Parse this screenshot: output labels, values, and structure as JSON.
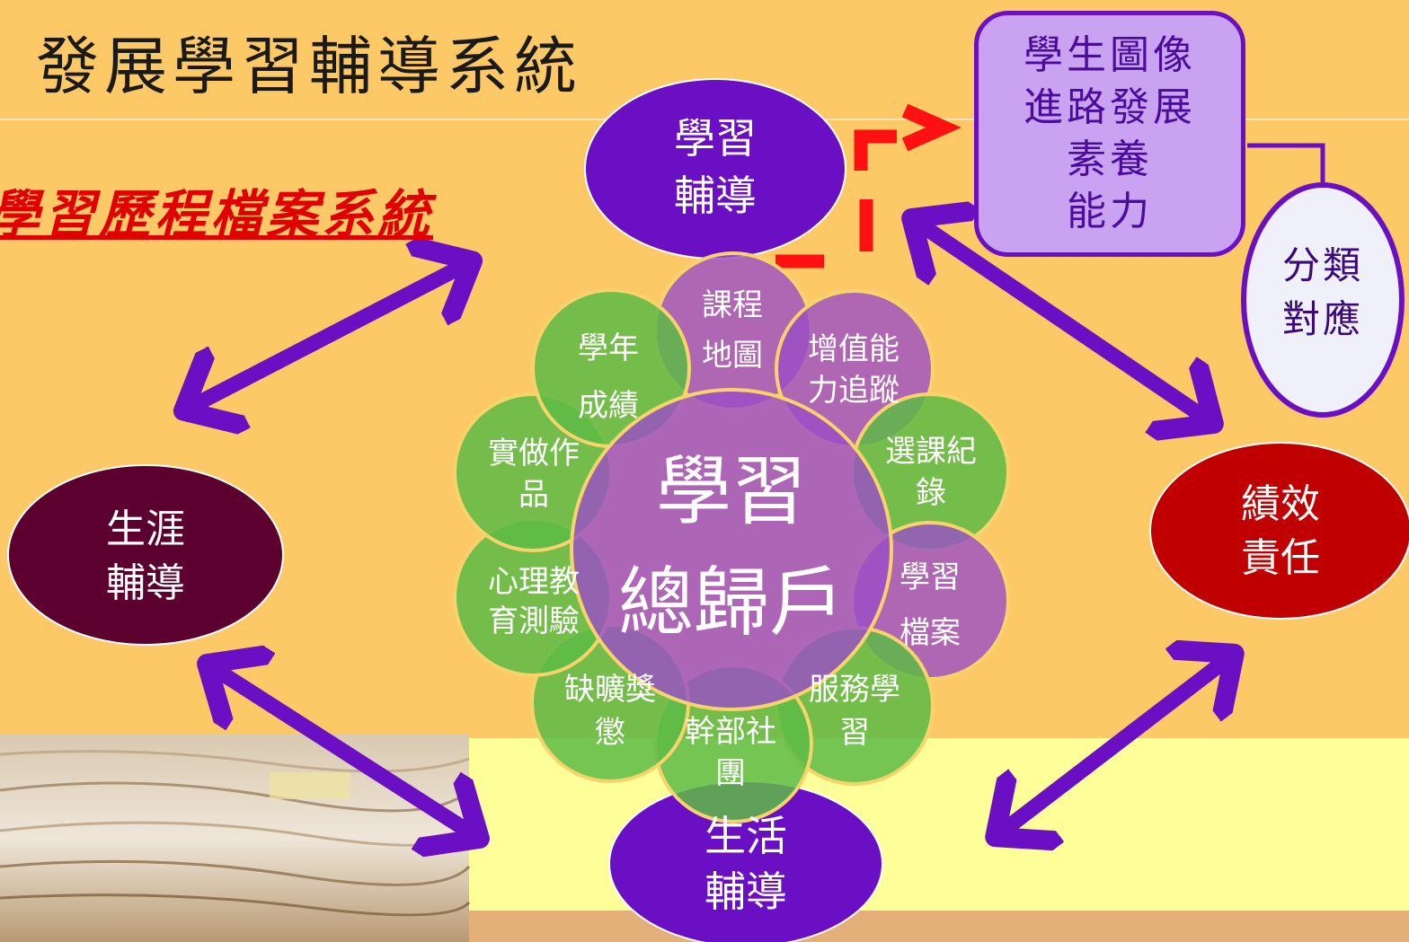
{
  "title": "發展學習輔導系統",
  "subtitle": "學習歷程檔案系統",
  "portrait_lines": [
    "學生圖像",
    "進路發展",
    "素養",
    "能力"
  ],
  "classify": [
    "分類",
    "對應"
  ],
  "nodes": {
    "learning": [
      "學習",
      "輔導"
    ],
    "career": [
      "生涯",
      "輔導"
    ],
    "performance": [
      "績效",
      "責任"
    ],
    "life": [
      "生活",
      "輔導"
    ]
  },
  "center": [
    "學習",
    "總歸戶"
  ],
  "petals": {
    "course_map": [
      "課程",
      "地圖"
    ],
    "value_add": [
      "增值能",
      "力追蹤"
    ],
    "course_record": [
      "選課紀",
      "錄"
    ],
    "portfolio": [
      "學習",
      "檔案"
    ],
    "service": [
      "服務學",
      "習"
    ],
    "cadre": [
      "幹部社",
      "團"
    ],
    "attendance": [
      "缺曠獎",
      "懲"
    ],
    "psych_test": [
      "心理教",
      "育測驗"
    ],
    "works": [
      "實做作",
      "品"
    ],
    "grades": [
      "學年",
      "成績"
    ]
  },
  "colors": {
    "background": "#fdc966",
    "bottom_band": "#ffff99",
    "learning_oval": "#6a0fc4",
    "career_oval": "#5c0030",
    "performance_oval": "#c00000",
    "arrow": "#6a0fc4",
    "dashed_arrow": "#ff0000",
    "green_petal": "#5dbb46",
    "purple_petal": "#9b4fc7"
  }
}
